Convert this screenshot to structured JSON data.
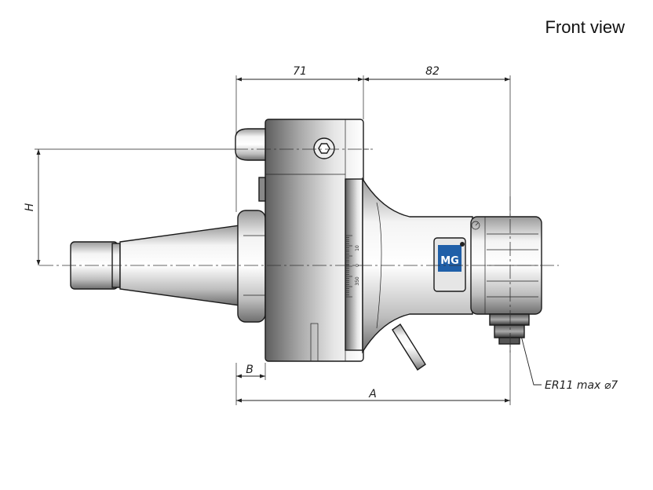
{
  "title": "Front view",
  "dimensions": {
    "top_left": "71",
    "top_right": "82",
    "height": "H",
    "flange": "B",
    "overall": "A"
  },
  "collet_label": "ER11 max ⌀7",
  "angle_scale": [
    "10",
    "0",
    "350"
  ],
  "logo_text": "MG",
  "colors": {
    "line": "#1a1a1a",
    "logo_blue": "#1f5fa8"
  }
}
